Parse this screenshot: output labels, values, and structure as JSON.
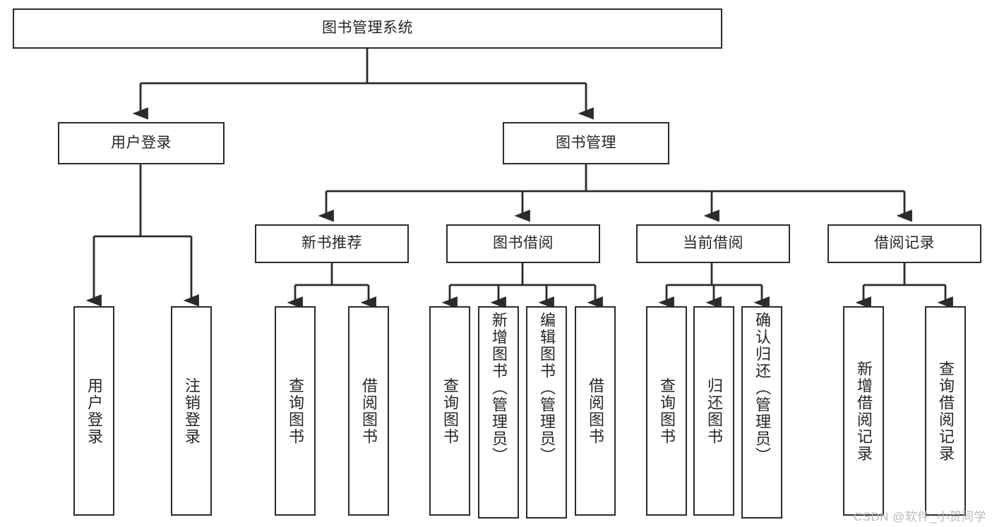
{
  "diagram": {
    "title": "图书管理系统",
    "type": "tree",
    "colors": {
      "stroke": "#2b2b2b",
      "fill": "#ffffff",
      "text": "#262626",
      "watermark": "#b9b9b9",
      "background": "#ffffff"
    },
    "watermark": "CSDN @软件_小贺同学",
    "nodes": {
      "root": {
        "label": "图书管理系统"
      },
      "level1": [
        {
          "id": "user-login",
          "label": "用户登录"
        },
        {
          "id": "book-manage",
          "label": "图书管理"
        }
      ],
      "level2": [
        {
          "id": "new-book-recommend",
          "label": "新书推荐"
        },
        {
          "id": "book-borrow",
          "label": "图书借阅"
        },
        {
          "id": "current-borrow",
          "label": "当前借阅"
        },
        {
          "id": "borrow-record",
          "label": "借阅记录"
        }
      ],
      "leaves": {
        "user-login": [
          {
            "id": "leaf-user-login",
            "label": "用户登录"
          },
          {
            "id": "leaf-user-logout",
            "label": "注销登录"
          }
        ],
        "new-book-recommend": [
          {
            "id": "leaf-query-book-1",
            "label": "查询图书"
          },
          {
            "id": "leaf-borrow-book-1",
            "label": "借阅图书"
          }
        ],
        "book-borrow": [
          {
            "id": "leaf-query-book-2",
            "label": "查询图书"
          },
          {
            "id": "leaf-add-book",
            "label": "新增图书（管理员）"
          },
          {
            "id": "leaf-edit-book",
            "label": "编辑图书（管理员）"
          },
          {
            "id": "leaf-borrow-book-2",
            "label": "借阅图书"
          }
        ],
        "current-borrow": [
          {
            "id": "leaf-query-book-3",
            "label": "查询图书"
          },
          {
            "id": "leaf-return-book",
            "label": "归还图书"
          },
          {
            "id": "leaf-confirm-return",
            "label": "确认归还（管理员）"
          }
        ],
        "borrow-record": [
          {
            "id": "leaf-add-record",
            "label": "新增借阅记录"
          },
          {
            "id": "leaf-query-record",
            "label": "查询借阅记录"
          }
        ]
      }
    },
    "edges": [
      {
        "from": "图书管理系统",
        "to": "用户登录"
      },
      {
        "from": "图书管理系统",
        "to": "图书管理"
      },
      {
        "from": "用户登录",
        "to": "用户登录"
      },
      {
        "from": "用户登录",
        "to": "注销登录"
      },
      {
        "from": "图书管理",
        "to": "新书推荐"
      },
      {
        "from": "图书管理",
        "to": "图书借阅"
      },
      {
        "from": "图书管理",
        "to": "当前借阅"
      },
      {
        "from": "图书管理",
        "to": "借阅记录"
      },
      {
        "from": "新书推荐",
        "to": "查询图书"
      },
      {
        "from": "新书推荐",
        "to": "借阅图书"
      },
      {
        "from": "图书借阅",
        "to": "查询图书"
      },
      {
        "from": "图书借阅",
        "to": "新增图书（管理员）"
      },
      {
        "from": "图书借阅",
        "to": "编辑图书（管理员）"
      },
      {
        "from": "图书借阅",
        "to": "借阅图书"
      },
      {
        "from": "当前借阅",
        "to": "查询图书"
      },
      {
        "from": "当前借阅",
        "to": "归还图书"
      },
      {
        "from": "当前借阅",
        "to": "确认归还（管理员）"
      },
      {
        "from": "借阅记录",
        "to": "新增借阅记录"
      },
      {
        "from": "借阅记录",
        "to": "查询借阅记录"
      }
    ]
  }
}
